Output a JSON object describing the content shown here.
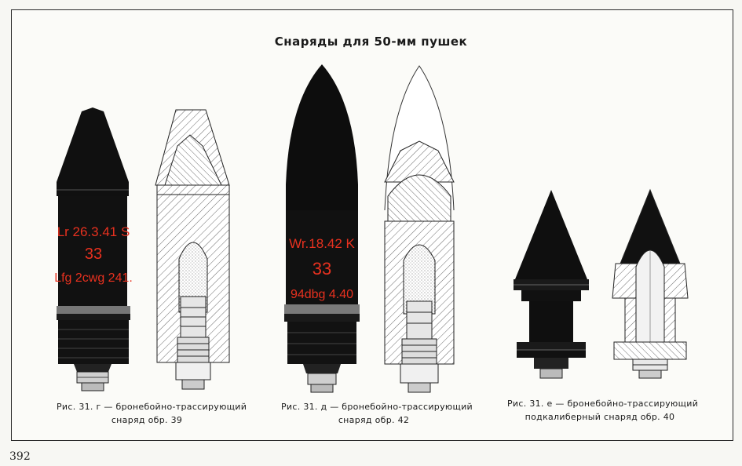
{
  "plate_title": "Снаряды для 50-мм пушек",
  "figures": [
    {
      "caption_line1": "Рис. 31.   г — бронебойно-трассирующий",
      "caption_line2": "снаряд обр. 39",
      "marking": [
        "Lr 26.3.41 S",
        "33",
        "Lfg 2cwg 241."
      ]
    },
    {
      "caption_line1": "Рис. 31.   д — бронебойно-трассирующий",
      "caption_line2": "снаряд обр. 42",
      "marking": [
        "Wr.18.42 K",
        "33",
        "94dbg 4.40"
      ]
    },
    {
      "caption_line1": "Рис. 31.   е — бронебойно-трассирующий",
      "caption_line2": "подкалиберный снаряд обр. 40",
      "marking": []
    }
  ],
  "page_number": "392",
  "colors": {
    "ink": "#111111",
    "marking": "#e8311f",
    "paper": "#fbfbf8"
  }
}
